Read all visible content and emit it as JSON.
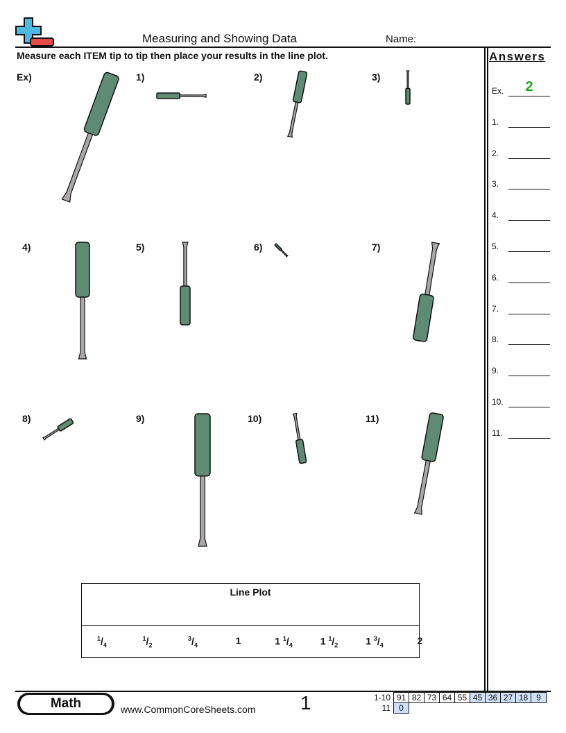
{
  "header": {
    "title": "Measuring and Showing Data",
    "name_label": "Name:",
    "instructions": "Measure each ITEM tip to tip then place your results in the line plot."
  },
  "answers": {
    "heading": "Answers",
    "rows": [
      {
        "label": "Ex.",
        "value": "2"
      },
      {
        "label": "1.",
        "value": ""
      },
      {
        "label": "2.",
        "value": ""
      },
      {
        "label": "3.",
        "value": ""
      },
      {
        "label": "4.",
        "value": ""
      },
      {
        "label": "5.",
        "value": ""
      },
      {
        "label": "6.",
        "value": ""
      },
      {
        "label": "7.",
        "value": ""
      },
      {
        "label": "8.",
        "value": ""
      },
      {
        "label": "9.",
        "value": ""
      },
      {
        "label": "10.",
        "value": ""
      },
      {
        "label": "11.",
        "value": ""
      }
    ]
  },
  "problems": [
    "Ex)",
    "1)",
    "2)",
    "3)",
    "4)",
    "5)",
    "6)",
    "7)",
    "8)",
    "9)",
    "10)",
    "11)"
  ],
  "line_plot": {
    "title": "Line Plot",
    "ticks": [
      {
        "whole": "",
        "num": "1",
        "den": "4"
      },
      {
        "whole": "",
        "num": "1",
        "den": "2"
      },
      {
        "whole": "",
        "num": "3",
        "den": "4"
      },
      {
        "whole": "1",
        "num": "",
        "den": ""
      },
      {
        "whole": "1",
        "num": "1",
        "den": "4"
      },
      {
        "whole": "1",
        "num": "1",
        "den": "2"
      },
      {
        "whole": "1",
        "num": "3",
        "den": "4"
      },
      {
        "whole": "2",
        "num": "",
        "den": ""
      }
    ]
  },
  "footer": {
    "subject": "Math",
    "website": "www.CommonCoreSheets.com",
    "page": "1",
    "score_rows": [
      {
        "label": "1-10",
        "cells": [
          "91",
          "82",
          "73",
          "64",
          "55",
          "45",
          "36",
          "27",
          "18",
          "9"
        ]
      },
      {
        "label": "11",
        "cells": [
          "0"
        ]
      }
    ]
  },
  "colors": {
    "handle": "#5f8a74",
    "shaft": "#aaa6a9",
    "answer": "#1fa81f",
    "logo_blue": "#4fb8e0",
    "logo_red": "#e84a4a"
  }
}
